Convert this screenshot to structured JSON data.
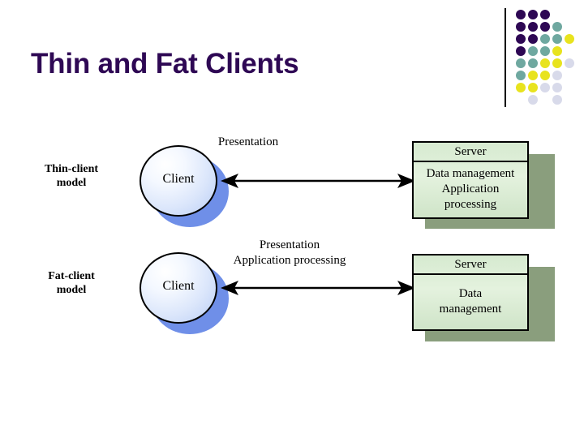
{
  "slide": {
    "title": "Thin and Fat Clients",
    "title_color": "#2e0854",
    "background_color": "#ffffff"
  },
  "logo": {
    "name": "dot-grid-decoration",
    "colors": {
      "purple": "#2e0854",
      "teal": "#6fa8a0",
      "yellow": "#e8e31e",
      "lavender": "#d8daea"
    },
    "dots": [
      {
        "row": 0,
        "col": 0,
        "color": "#2e0854"
      },
      {
        "row": 0,
        "col": 1,
        "color": "#2e0854"
      },
      {
        "row": 0,
        "col": 2,
        "color": "#2e0854"
      },
      {
        "row": 1,
        "col": 0,
        "color": "#2e0854"
      },
      {
        "row": 1,
        "col": 1,
        "color": "#2e0854"
      },
      {
        "row": 1,
        "col": 2,
        "color": "#2e0854"
      },
      {
        "row": 1,
        "col": 3,
        "color": "#6fa8a0"
      },
      {
        "row": 2,
        "col": 0,
        "color": "#2e0854"
      },
      {
        "row": 2,
        "col": 1,
        "color": "#2e0854"
      },
      {
        "row": 2,
        "col": 2,
        "color": "#6fa8a0"
      },
      {
        "row": 2,
        "col": 3,
        "color": "#6fa8a0"
      },
      {
        "row": 2,
        "col": 4,
        "color": "#e8e31e"
      },
      {
        "row": 3,
        "col": 0,
        "color": "#2e0854"
      },
      {
        "row": 3,
        "col": 1,
        "color": "#6fa8a0"
      },
      {
        "row": 3,
        "col": 2,
        "color": "#6fa8a0"
      },
      {
        "row": 3,
        "col": 3,
        "color": "#e8e31e"
      },
      {
        "row": 4,
        "col": 0,
        "color": "#6fa8a0"
      },
      {
        "row": 4,
        "col": 1,
        "color": "#6fa8a0"
      },
      {
        "row": 4,
        "col": 2,
        "color": "#e8e31e"
      },
      {
        "row": 4,
        "col": 3,
        "color": "#e8e31e"
      },
      {
        "row": 4,
        "col": 4,
        "color": "#d8daea"
      },
      {
        "row": 5,
        "col": 0,
        "color": "#6fa8a0"
      },
      {
        "row": 5,
        "col": 1,
        "color": "#e8e31e"
      },
      {
        "row": 5,
        "col": 2,
        "color": "#e8e31e"
      },
      {
        "row": 5,
        "col": 3,
        "color": "#d8daea"
      },
      {
        "row": 6,
        "col": 0,
        "color": "#e8e31e"
      },
      {
        "row": 6,
        "col": 1,
        "color": "#e8e31e"
      },
      {
        "row": 6,
        "col": 2,
        "color": "#d8daea"
      },
      {
        "row": 6,
        "col": 3,
        "color": "#d8daea"
      },
      {
        "row": 7,
        "col": 1,
        "color": "#d8daea"
      },
      {
        "row": 7,
        "col": 3,
        "color": "#d8daea"
      }
    ]
  },
  "diagram": {
    "client_node_label": "Client",
    "client_fill_top": "#ffffff",
    "client_fill_bottom": "#b9cdf5",
    "client_shadow_color": "#6f8fe8",
    "server_fill": "#d9edd3",
    "server_shadow_color": "#8a9e7d",
    "arrow_color": "#000000",
    "rows": [
      {
        "model_label_line1": "Thin-client",
        "model_label_line2": "model",
        "client_label": "Client",
        "arrow_labels": [
          "Presentation"
        ],
        "arrow_direction": "bidirectional",
        "server_header": "Server",
        "server_body_lines": [
          "Data management",
          "Application",
          "processing"
        ]
      },
      {
        "model_label_line1": "Fat-client",
        "model_label_line2": "model",
        "client_label": "Client",
        "arrow_labels": [
          "Presentation",
          "Application processing"
        ],
        "arrow_direction": "bidirectional",
        "server_header": "Server",
        "server_body_lines": [
          "Data",
          "management"
        ]
      }
    ]
  }
}
